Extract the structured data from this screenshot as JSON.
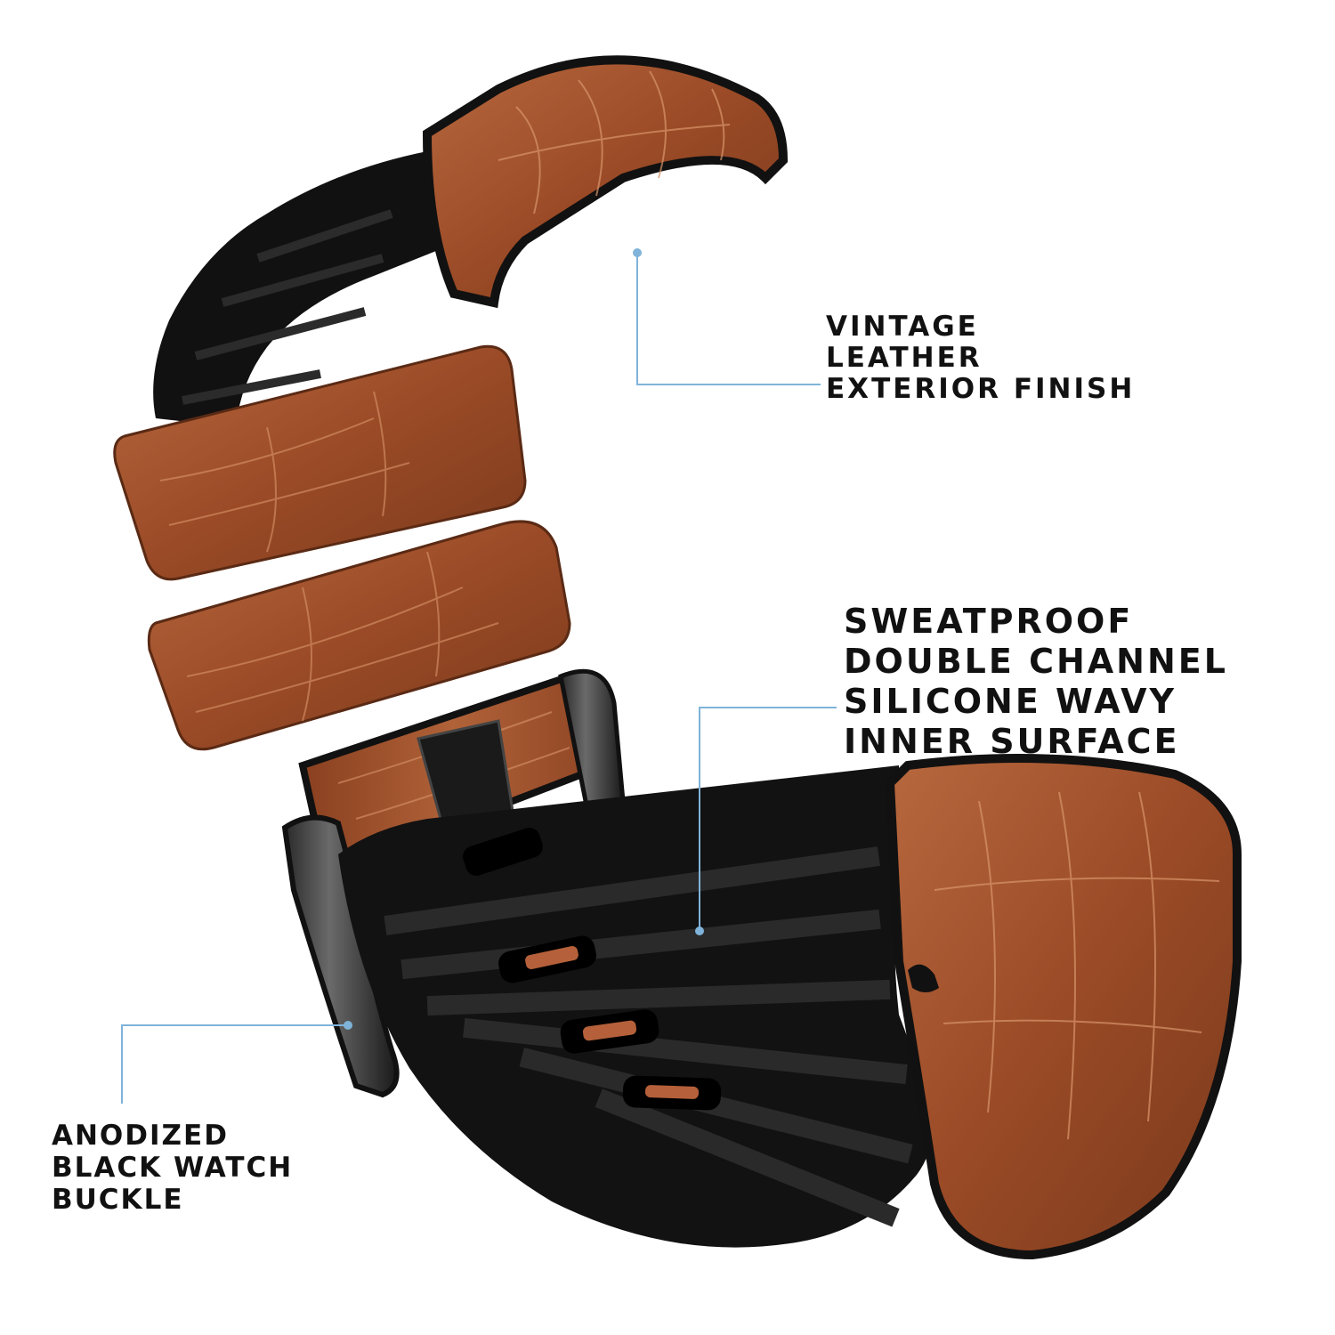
{
  "colors": {
    "leather": "#9a4a26",
    "leather_highlight": "#c77a4c",
    "leather_dark": "#6e3218",
    "silicone": "#111111",
    "callout_line": "#7fb3d9",
    "text": "#111111"
  },
  "callouts": {
    "leather": {
      "lines": [
        "VINTAGE",
        "LEATHER",
        "EXTERIOR FINISH"
      ]
    },
    "silicone": {
      "lines": [
        "SWEATPROOF",
        "DOUBLE CHANNEL",
        "SILICONE WAVY",
        "INNER SURFACE"
      ]
    },
    "buckle": {
      "lines": [
        "ANODIZED",
        "BLACK WATCH",
        "BUCKLE"
      ]
    }
  }
}
